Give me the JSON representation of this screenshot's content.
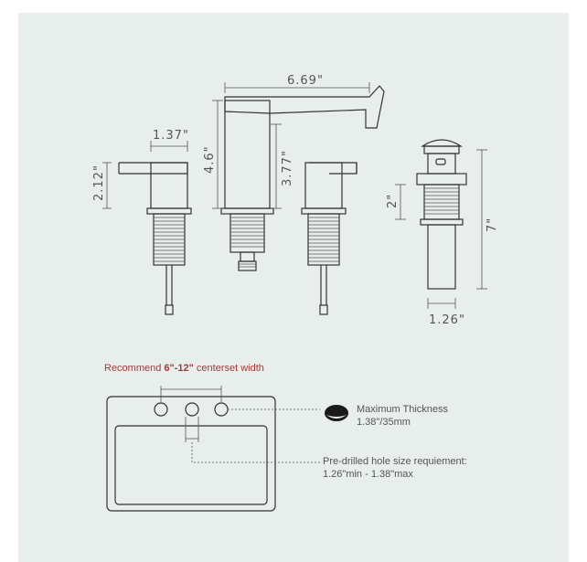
{
  "dimensions": {
    "spout_width": "6.69\"",
    "spout_height": "4.6\"",
    "handle_width": "1.37\"",
    "handle_height": "2.12\"",
    "handle_right_height": "3.77\"",
    "drain_flange": "2\"",
    "drain_height": "7\"",
    "drain_diameter": "1.26\""
  },
  "sink_notes": {
    "recommend_prefix": "Recommend ",
    "recommend_range": "6\"-12\"",
    "recommend_suffix": " centerset width",
    "max_thickness_label": "Maximum Thickness",
    "max_thickness_value": "1.38\"/35mm",
    "hole_size_label": "Pre-drilled hole size requiement:",
    "hole_size_value": "1.26\"min - 1.38\"max"
  },
  "colors": {
    "panel_bg": "#e8eeec",
    "line": "#333333",
    "accent_text": "#a33a3a"
  }
}
